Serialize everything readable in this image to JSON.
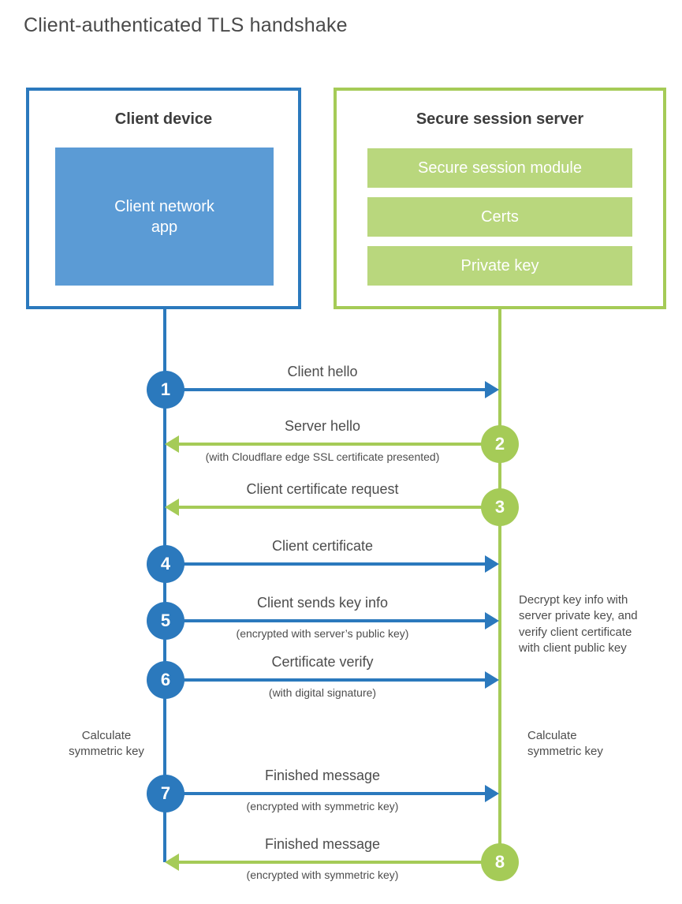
{
  "title": "Client-authenticated TLS handshake",
  "client": {
    "title": "Client device",
    "app": "Client network\napp"
  },
  "server": {
    "title": "Secure session server",
    "modules": [
      "Secure session module",
      "Certs",
      "Private key"
    ]
  },
  "steps": [
    {
      "num": "1",
      "label": "Client hello",
      "sublabel": ""
    },
    {
      "num": "2",
      "label": "Server hello",
      "sublabel": "(with Cloudflare edge SSL certificate presented)"
    },
    {
      "num": "3",
      "label": "Client certificate request",
      "sublabel": ""
    },
    {
      "num": "4",
      "label": "Client certificate",
      "sublabel": ""
    },
    {
      "num": "5",
      "label": "Client sends key info",
      "sublabel": "(encrypted with server’s public key)"
    },
    {
      "num": "6",
      "label": "Certificate verify",
      "sublabel": "(with digital signature)"
    },
    {
      "num": "7",
      "label": "Finished message",
      "sublabel": "(encrypted with symmetric key)"
    },
    {
      "num": "8",
      "label": "Finished message",
      "sublabel": "(encrypted with symmetric key)"
    }
  ],
  "notes": {
    "decrypt": "Decrypt key info with\nserver private key, and\nverify client certificate\nwith client public key",
    "calc_client": "Calculate\nsymmetric key",
    "calc_server": "Calculate\nsymmetric key"
  },
  "colors": {
    "blue": "#2b79bd",
    "blue_fill": "#5b9bd5",
    "green": "#a5cb57",
    "green_fill": "#b9d77d"
  }
}
